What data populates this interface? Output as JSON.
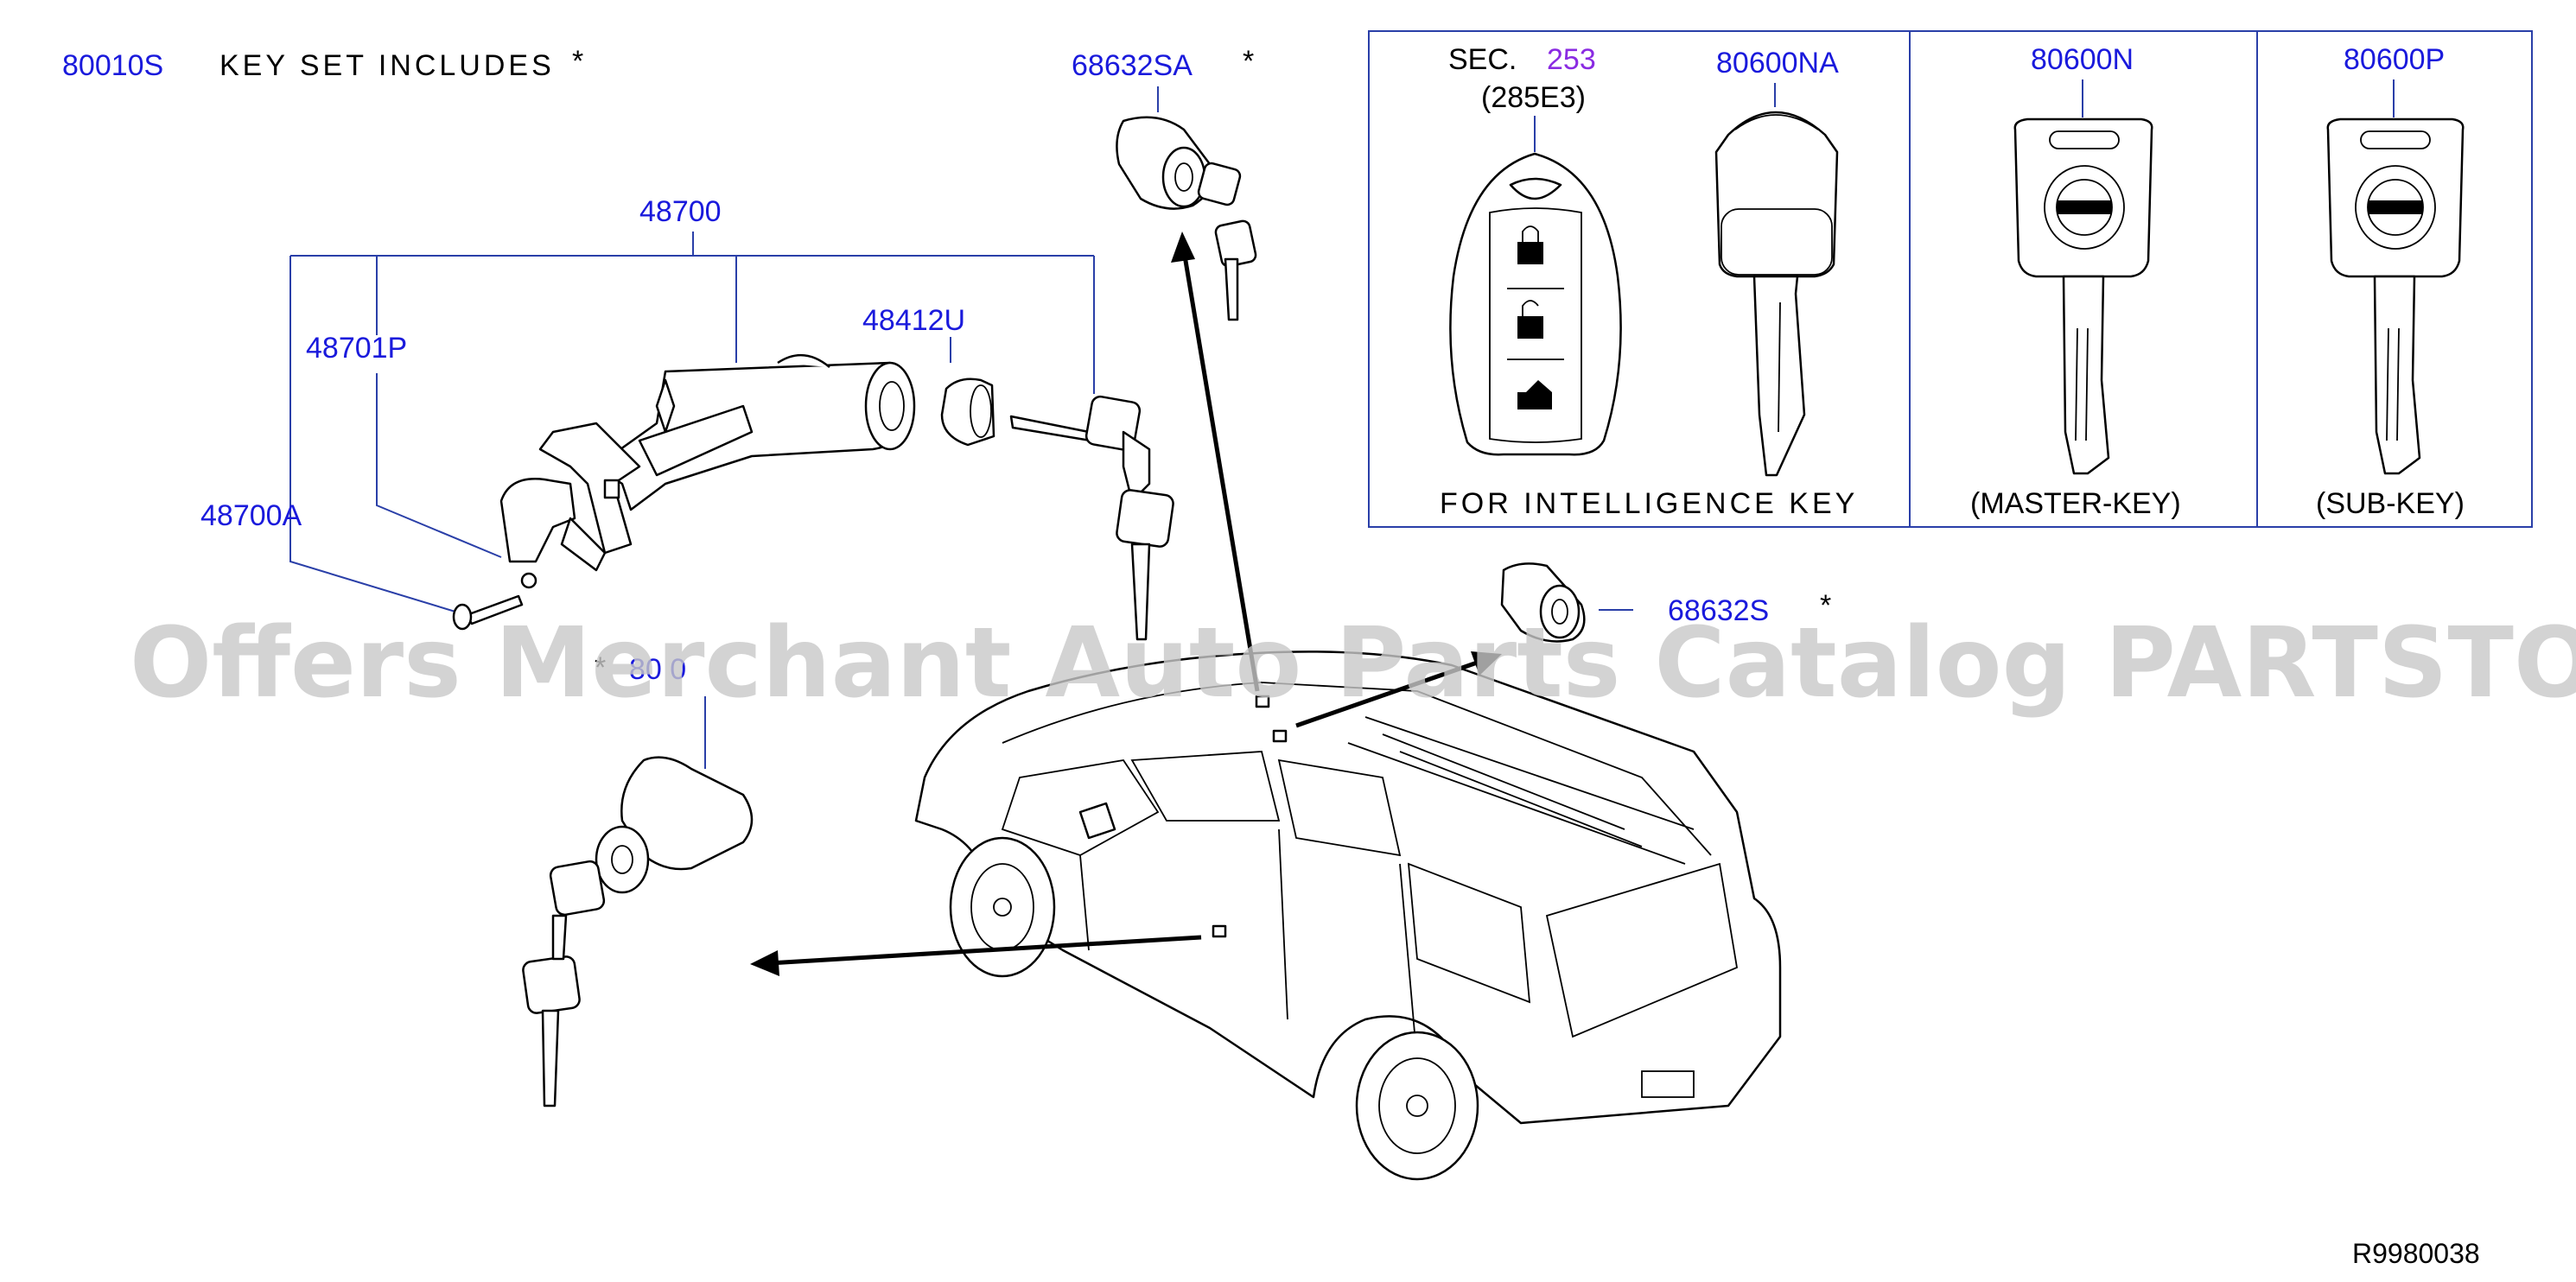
{
  "header": {
    "keyset_part": "80010S",
    "keyset_text": "KEY  SET  INCLUDES",
    "keyset_star": "*"
  },
  "parts": {
    "p68632SA": "68632SA",
    "p68632SA_star": "*",
    "p48700": "48700",
    "p48701P": "48701P",
    "p48412U": "48412U",
    "p48700A": "48700A",
    "p68632S": "68632S",
    "p68632S_star": "*",
    "p80600_partial": "80 0",
    "p80600_mark": "*"
  },
  "keybox": {
    "sec_label": "SEC.",
    "sec_number": "253",
    "sec_sub": "(285E3)",
    "p80600NA": "80600NA",
    "p80600N": "80600N",
    "p80600P": "80600P",
    "caption_intelligence": "FOR  INTELLIGENCE  KEY",
    "caption_master": "(MASTER-KEY)",
    "caption_sub": "(SUB-KEY)"
  },
  "watermark": "Offers Merchant Auto Parts Catalog PARTSTORE.SA",
  "reference_code": "R9980038",
  "colors": {
    "part_number": "#1a1adc",
    "section_number": "#8a2be2",
    "leader_line": "#2a3fa8",
    "watermark": "#c8c8c8"
  }
}
